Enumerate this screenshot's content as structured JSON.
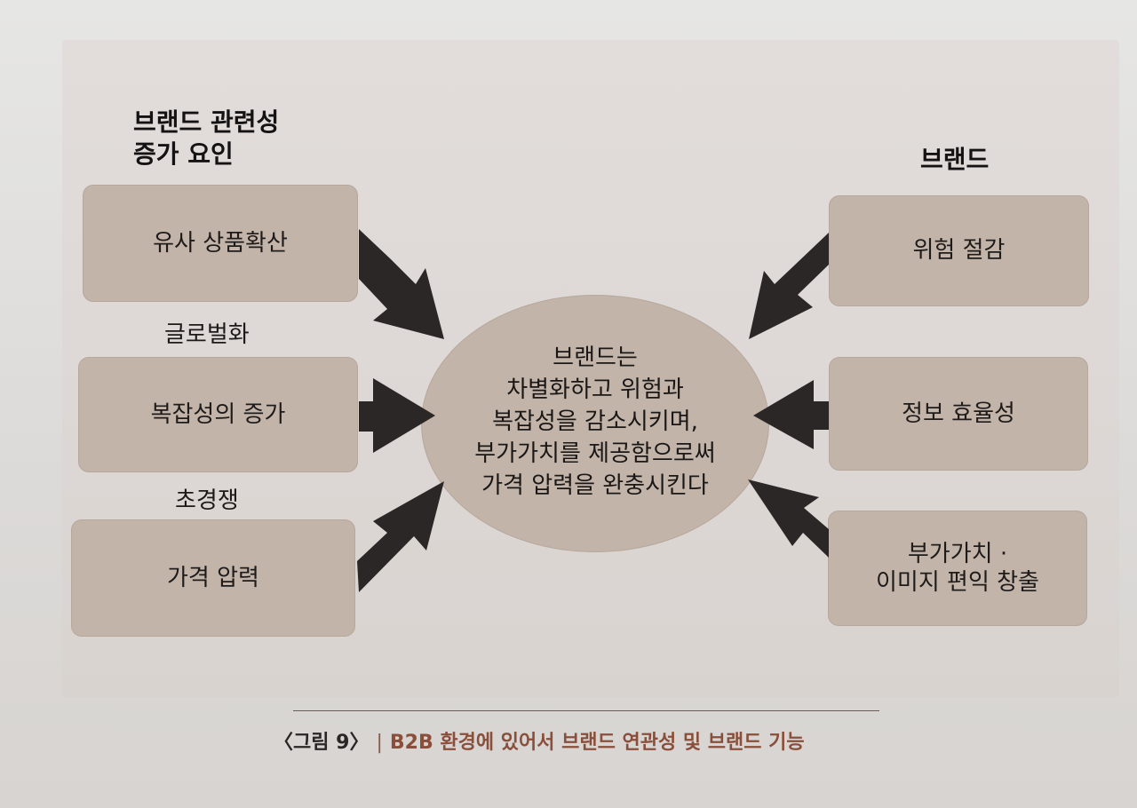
{
  "left": {
    "heading": [
      "브랜드 관련성",
      "증가 요인"
    ],
    "boxes": [
      {
        "text": "유사 상품확산"
      },
      {
        "label": "글로벌화",
        "text": "복잡성의 증가"
      },
      {
        "label": "초경쟁",
        "text": "가격 압력"
      }
    ]
  },
  "right": {
    "heading": "브랜드",
    "boxes": [
      {
        "text": "위험 절감"
      },
      {
        "text": "정보 효율성"
      },
      {
        "text": [
          "부가가치 ·",
          "이미지 편익 창출"
        ]
      }
    ]
  },
  "center": {
    "lines": [
      "브랜드는",
      "차별화하고 위험과",
      "복잡성을 감소시키며,",
      "부가가치를 제공함으로써",
      "가격 압력을 완충시킨다"
    ]
  },
  "caption": {
    "figure": "〈그림 9〉",
    "separator": "|",
    "title": "B2B 환경에 있어서 브랜드 연관성 및 브랜드 기능"
  },
  "colors": {
    "box_fill": "#c2b4a9",
    "arrow": "#2b2726",
    "caption_title": "#8a4f3a"
  }
}
